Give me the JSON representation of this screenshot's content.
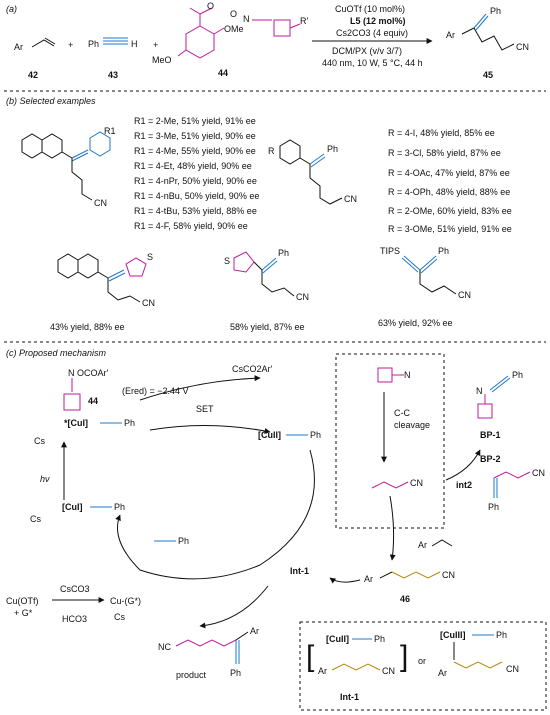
{
  "colors": {
    "bond": "#111111",
    "alkyne": "#1f78c8",
    "reagent": "#c2189b",
    "radical": "#b8860b"
  },
  "panel_a": {
    "tag": "(a)",
    "reactant_ar": "Ar",
    "plus1": "+",
    "plus2": "+",
    "alkyne_ph": "Ph",
    "alkyne_h": "H",
    "oxime_r": "R'",
    "ome_left": "MeO",
    "ome_right": "OMe",
    "oxime_o": "O",
    "oxime_n": "N",
    "label_42": "42",
    "label_43": "43",
    "label_44": "44",
    "conditions_1": "CuOTf (10 mol%)",
    "conditions_2": "L5 (12 mol%)",
    "conditions_3": "Cs2CO3 (4 equiv)",
    "conditions_4": "DCM/PX (v/v 3/7)",
    "conditions_5": "440 nm, 10 W, 5 °C, 44 h",
    "product_ar": "Ar",
    "product_ph": "Ph",
    "product_cn": "CN",
    "label_45": "45"
  },
  "panel_b": {
    "tag": "(b) Selected examples",
    "r1_label": "R1",
    "r_label": "R",
    "ph": "Ph",
    "cn": "CN",
    "tips": "TIPS",
    "r1_list": [
      "R1 = 2-Me, 51% yield, 91% ee",
      "R1 = 3-Me, 51% yield, 90% ee",
      "R1 = 4-Me, 55% yield, 90% ee",
      "R1 = 4-Et, 48% yield, 90% ee",
      "R1 = 4-nPr, 50% yield, 90% ee",
      "R1 = 4-nBu, 50% yield, 90% ee",
      "R1 = 4-tBu, 53% yield, 88% ee",
      "R1 = 4-F, 58% yield, 90% ee"
    ],
    "r_list": [
      "R = 4-I, 48% yield, 85% ee",
      "R = 3-Cl, 58% yield, 87% ee",
      "R = 4-OAc, 47% yield, 87% ee",
      "R = 4-OPh, 48% yield, 88% ee",
      "R = 2-OMe, 60% yield, 83% ee",
      "R = 3-OMe, 51% yield, 91% ee"
    ],
    "ex1": "43% yield, 88% ee",
    "ex2": "58% yield, 87% ee",
    "ex3": "63% yield, 92% ee",
    "thio_s1": "S",
    "thio_s2": "S"
  },
  "panel_c": {
    "tag": "(c) Proposed mechanism",
    "oxime_label": "OCOAr'",
    "oxime_n": "N",
    "label_44": "44",
    "ered": "(Ered) = −2.44 V",
    "cs_co2ar": "CsCO2Ar'",
    "set": "SET",
    "cu1_star": "*[CuI]",
    "cu2": "[CuII]",
    "cu1": "[CuI]",
    "cs": "Cs",
    "hv": "hν",
    "ph": "Ph",
    "cn": "CN",
    "cc_cleavage_1": "C-C",
    "cc_cleavage_2": "cleavage",
    "imine_n": "N",
    "ar": "Ar",
    "label_46": "46",
    "bp1": "BP-1",
    "bp2": "BP-2",
    "int2": "int2",
    "int1": "Int-1",
    "cuotf": "Cu(OTf)",
    "g_star": "+ G*",
    "csco3": "CsCO3",
    "hco3": "HCO3",
    "cu_g": "Cu-(G*)",
    "product": "product",
    "nc": "NC",
    "or": "or",
    "cu3": "[CuIII]",
    "int1_box": "Int-1"
  }
}
